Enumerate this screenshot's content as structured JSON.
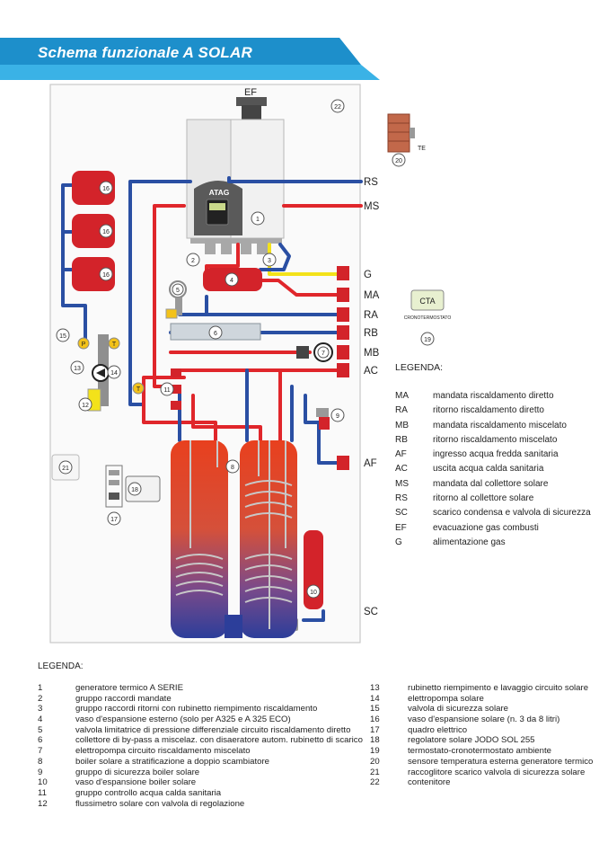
{
  "header": {
    "title": "Schema funzionale A SOLAR"
  },
  "diagram": {
    "labels": {
      "ef": "EF",
      "rs": "RS",
      "ms": "MS",
      "g": "G",
      "ma": "MA",
      "ra": "RA",
      "rb": "RB",
      "mb": "MB",
      "ac": "AC",
      "af": "AF",
      "sc": "SC",
      "brand": "ATAG",
      "cta": "CTA",
      "cronotermostato": "CRONOTERMOSTATO",
      "te": "TE"
    },
    "markers": [
      "1",
      "2",
      "3",
      "4",
      "5",
      "6",
      "7",
      "8",
      "9",
      "10",
      "11",
      "12",
      "13",
      "14",
      "15",
      "16",
      "17",
      "18",
      "19",
      "20",
      "21",
      "22"
    ],
    "mini": {
      "p": "P",
      "t": "T"
    }
  },
  "abbreviation_legend": {
    "title": "LEGENDA:",
    "items": [
      {
        "code": "MA",
        "text": "mandata riscaldamento diretto"
      },
      {
        "code": "RA",
        "text": "ritorno riscaldamento diretto"
      },
      {
        "code": "MB",
        "text": "mandata riscaldamento miscelato"
      },
      {
        "code": "RB",
        "text": "ritorno riscaldamento miscelato"
      },
      {
        "code": "AF",
        "text": "ingresso acqua fredda sanitaria"
      },
      {
        "code": "AC",
        "text": "uscita acqua calda sanitaria"
      },
      {
        "code": "MS",
        "text": "mandata dal collettore solare"
      },
      {
        "code": "RS",
        "text": "ritorno al collettore solare"
      },
      {
        "code": "SC",
        "text": "scarico condensa e valvola di sicurezza"
      },
      {
        "code": "EF",
        "text": "evacuazione gas combusti"
      },
      {
        "code": "G",
        "text": "alimentazione gas"
      }
    ]
  },
  "component_legend": {
    "title": "LEGENDA:",
    "items": [
      {
        "n": "1",
        "text": "generatore termico A SERIE"
      },
      {
        "n": "2",
        "text": "gruppo raccordi mandate"
      },
      {
        "n": "3",
        "text": "gruppo raccordi ritorni con rubinetto riempimento riscaldamento"
      },
      {
        "n": "4",
        "text": "vaso d'espansione esterno (solo per A325 e A 325 ECO)"
      },
      {
        "n": "5",
        "text": "valvola limitatrice di pressione differenziale circuito riscaldamento diretto"
      },
      {
        "n": "6",
        "text": "collettore di by-pass a miscelaz. con disaeratore autom. rubinetto di scarico"
      },
      {
        "n": "7",
        "text": "elettropompa circuito riscaldamento miscelato"
      },
      {
        "n": "8",
        "text": "boiler solare a stratificazione a doppio scambiatore"
      },
      {
        "n": "9",
        "text": "gruppo di sicurezza boiler solare"
      },
      {
        "n": "10",
        "text": "vaso d'espansione boiler solare"
      },
      {
        "n": "11",
        "text": "gruppo controllo acqua calda sanitaria"
      },
      {
        "n": "12",
        "text": "flussimetro solare con valvola di regolazione"
      },
      {
        "n": "13",
        "text": "rubinetto riempimento e lavaggio circuito solare"
      },
      {
        "n": "14",
        "text": "elettropompa solare"
      },
      {
        "n": "15",
        "text": "valvola di sicurezza solare"
      },
      {
        "n": "16",
        "text": "vaso d'espansione solare (n. 3 da 8 litri)"
      },
      {
        "n": "17",
        "text": "quadro elettrico"
      },
      {
        "n": "18",
        "text": "regolatore solare JODO SOL 255"
      },
      {
        "n": "19",
        "text": "termostato-cronotermostato ambiente"
      },
      {
        "n": "20",
        "text": "sensore temperatura esterna generatore termico"
      },
      {
        "n": "21",
        "text": "raccoglitore scarico valvola di sicurezza solare"
      },
      {
        "n": "22",
        "text": "contenitore"
      }
    ]
  },
  "colors": {
    "banner": "#1d8fcb",
    "banner_accent": "#3ab2e6",
    "hot": "#e0262b",
    "cold": "#2a4fa3",
    "gas": "#f3e21a",
    "pipe_grey": "#9a9a9a"
  }
}
